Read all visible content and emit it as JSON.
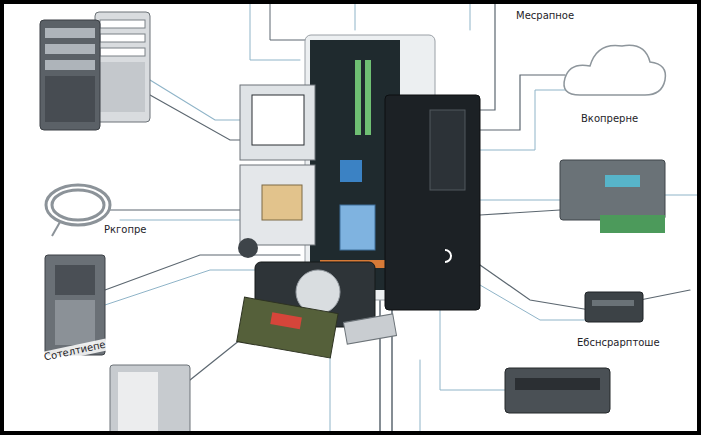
{
  "diagram": {
    "labels": [
      "Месрапное",
      "Вкопрерне",
      "Ркгопре",
      "Сотелтиепе",
      "Ебснсрарптоше"
    ]
  }
}
